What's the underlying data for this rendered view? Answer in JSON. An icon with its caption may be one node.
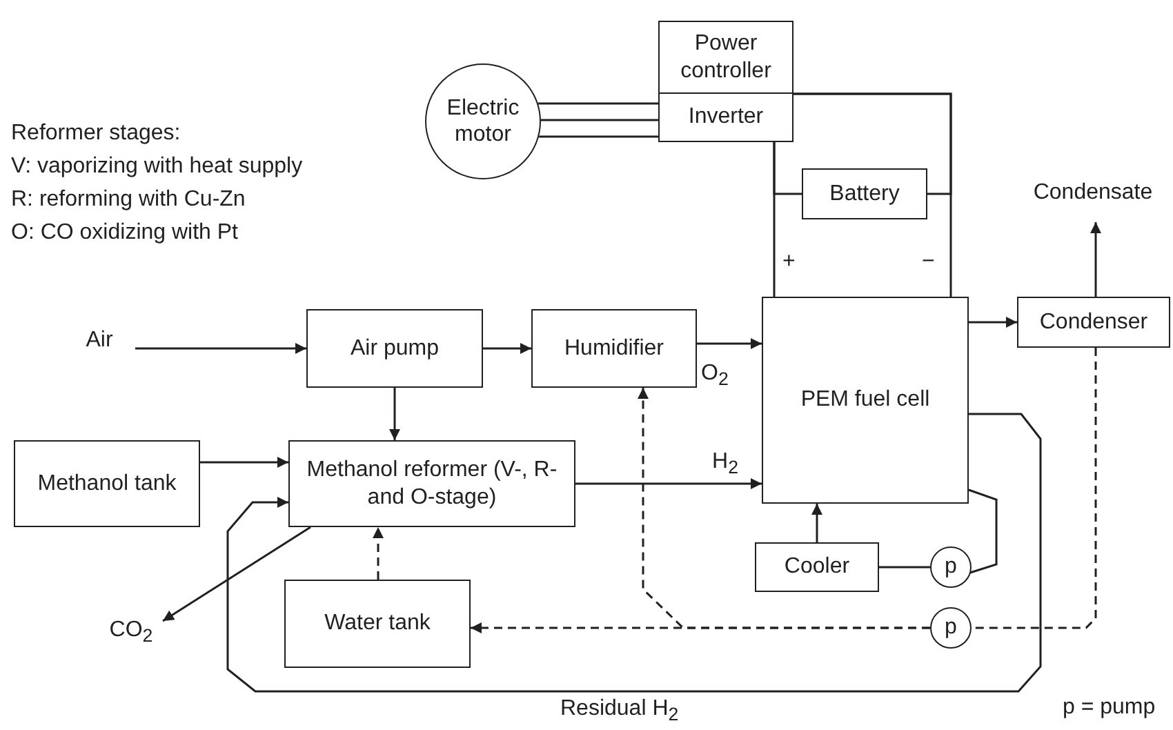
{
  "diagram": {
    "nodes": [
      {
        "text": [
          "Power controller"
        ]
      },
      {
        "text": [
          "Inverter"
        ]
      },
      {
        "text": [
          "Electric motor"
        ]
      },
      {
        "text": [
          "Battery"
        ]
      },
      {
        "text": [
          "Condensate"
        ]
      },
      {
        "text": [
          "Air"
        ]
      },
      {
        "text": [
          "Air pump"
        ]
      },
      {
        "text": [
          "Humidifier"
        ]
      },
      {
        "text": [
          "PEM fuel cell"
        ]
      },
      {
        "text": [
          "Condenser"
        ]
      },
      {
        "text": [
          "Methanol tank"
        ]
      },
      {
        "text": [
          "Methanol reformer (V-, R- and O-stage)"
        ]
      },
      {
        "text": [
          "CO$_{2}$"
        ]
      },
      {
        "text": [
          "Water tank"
        ]
      },
      {
        "text": [
          "Cooler"
        ]
      },
      {
        "text": [
          "p"
        ]
      },
      {
        "text": [
          "p"
        ]
      }
    ],
    "edges": [
      {
        "from": 2,
        "to": 1,
        "arrow": "none"
      },
      {
        "from": 0,
        "to": 8,
        "arrow": "none"
      },
      {
        "from": 1,
        "to": 8,
        "arrow": "none"
      },
      {
        "from": 3,
        "to": 1,
        "arrow": "none"
      },
      {
        "from": 3,
        "to": 0,
        "arrow": "none"
      },
      {
        "from": 9,
        "to": 4,
        "arrow": "to"
      },
      {
        "from": 5,
        "to": 6,
        "arrow": "to"
      },
      {
        "from": 6,
        "to": 11,
        "arrow": "to"
      },
      {
        "from": 6,
        "to": 7,
        "arrow": "to"
      },
      {
        "from": 7,
        "to": 8,
        "arrow": "to",
        "label": "O$_{2}$"
      },
      {
        "from": 8,
        "to": 9,
        "arrow": "to"
      },
      {
        "from": 10,
        "to": 11,
        "arrow": "to"
      },
      {
        "from": 11,
        "to": 8,
        "arrow": "to",
        "label": "H$_{2}$"
      },
      {
        "from": 11,
        "to": 12,
        "arrow": "to"
      },
      {
        "from": 13,
        "to": 11,
        "arrow": "to",
        "style": "dashed"
      },
      {
        "from": 8,
        "to": 11,
        "arrow": "to",
        "label": "Residual H$_{2}$"
      },
      {
        "from": 14,
        "to": 8,
        "arrow": "to"
      },
      {
        "from": 14,
        "to": 15,
        "arrow": "none"
      },
      {
        "from": 15,
        "to": 8,
        "arrow": "none"
      },
      {
        "from": 9,
        "to": 16,
        "arrow": "none",
        "style": "dashed"
      },
      {
        "from": 16,
        "to": 13,
        "arrow": "to",
        "style": "dashed"
      },
      {
        "from": 16,
        "to": 7,
        "arrow": "to",
        "style": "dashed"
      }
    ],
    "labels": [
      "Reformer stages:",
      "V: vaporizing with heat supply",
      "R: reforming with Cu-Zn",
      "O: CO oxidizing with Pt",
      "+",
      "−",
      "p = pump"
    ]
  }
}
